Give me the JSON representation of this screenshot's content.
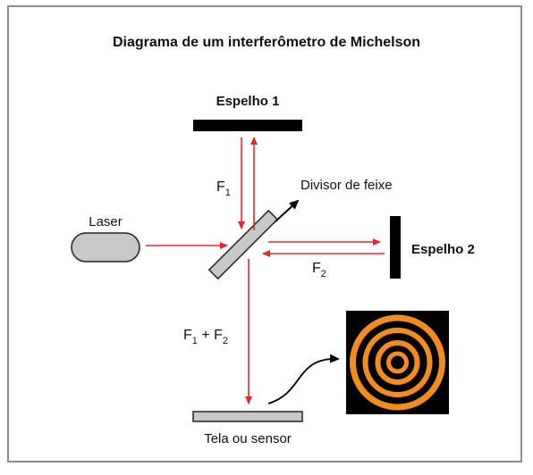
{
  "diagram": {
    "title": "Diagrama de um interferômetro de Michelson",
    "labels": {
      "mirror1": "Espelho 1",
      "mirror2": "Espelho 2",
      "laser": "Laser",
      "beam_splitter": "Divisor de feixe",
      "screen": "Tela ou sensor",
      "f1": "F",
      "f1_sub": "1",
      "f2": "F",
      "f2_sub": "2",
      "combined_f1": "F",
      "combined_f1_sub": "1",
      "combined_plus": " + F",
      "combined_f2_sub": "2"
    },
    "colors": {
      "beam": "#e8232a",
      "component_fill": "#c8c8c8",
      "mirror": "#000000",
      "fringe": "#f28c1e",
      "fringe_bg": "#000000"
    }
  }
}
